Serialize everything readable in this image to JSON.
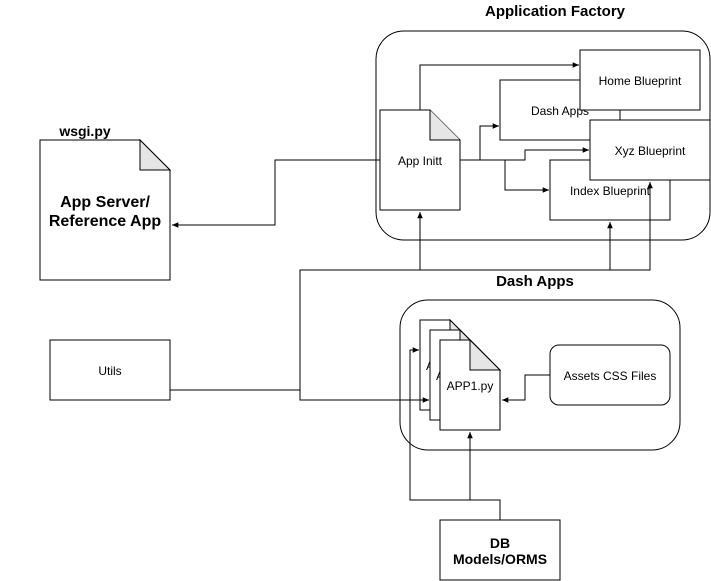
{
  "app_factory": {
    "title": "Application Factory",
    "app_init": "App Initt",
    "dash_apps": "Dash Apps",
    "home_blueprint": "Home Blueprint",
    "xyz_blueprint": "Xyz Blueprint",
    "index_blueprint": "Index Blueprint"
  },
  "wsgi": {
    "title": "wsgi.py",
    "line1": "App Server/",
    "line2": "Reference App"
  },
  "dash_apps_group": {
    "title": "Dash Apps",
    "page_back_a": "A",
    "page_back_b": "A",
    "app1": "APP1.py",
    "assets": "Assets CSS Files"
  },
  "utils": {
    "label": "Utils"
  },
  "db": {
    "line1": "DB",
    "line2": "Models/ORMS"
  }
}
